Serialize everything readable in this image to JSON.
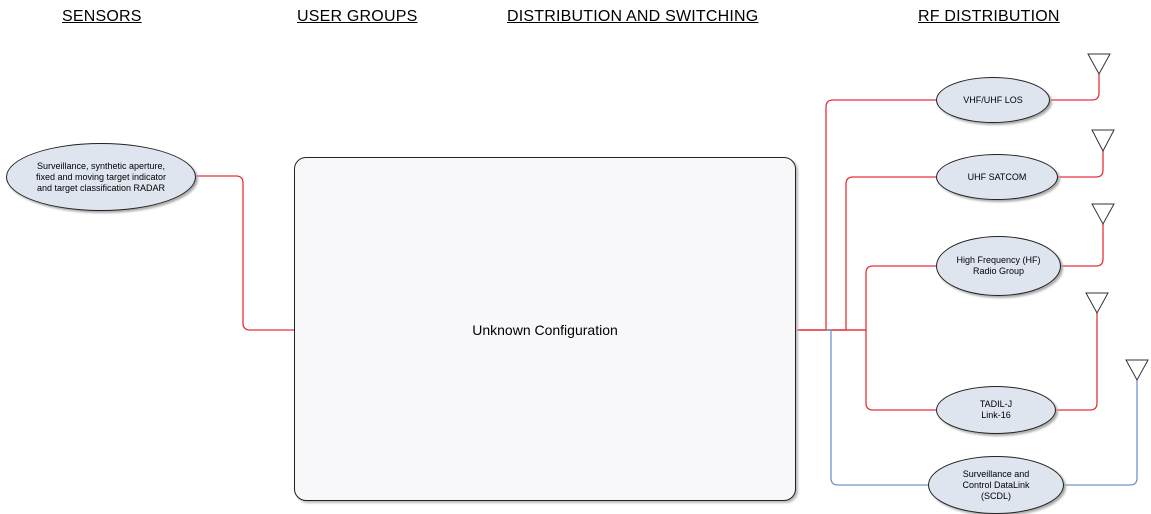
{
  "headers": {
    "sensors": "SENSORS",
    "user_groups": "USER GROUPS",
    "distribution": "DISTRIBUTION AND SWITCHING",
    "rf": "RF DISTRIBUTION"
  },
  "sensor_node": {
    "line1": "Surveillance, synthetic aperture,",
    "line2": "fixed and moving target indicator",
    "line3": "and target classification RADAR"
  },
  "center_box": {
    "label": "Unknown Configuration"
  },
  "rf_nodes": {
    "vhf": {
      "line1": "VHF/UHF LOS"
    },
    "uhf": {
      "line1": "UHF SATCOM"
    },
    "hf": {
      "line1": "High Frequency (HF)",
      "line2": "Radio Group"
    },
    "tadil": {
      "line1": "TADIL-J",
      "line2": "Link-16"
    },
    "scdl": {
      "line1": "Surveillance and",
      "line2": "Control DataLink",
      "line3": "(SCDL)"
    }
  },
  "colors": {
    "red_link": "#e8303a",
    "blue_link": "#6f93cf",
    "node_fill": "#dfe5ef"
  },
  "icons": [
    "antenna-icon"
  ]
}
